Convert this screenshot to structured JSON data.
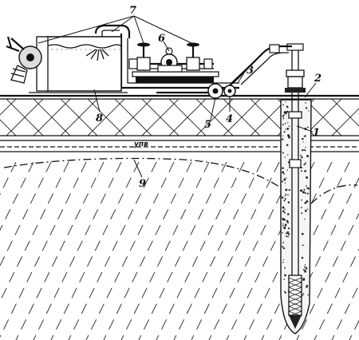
{
  "diagram": {
    "callouts": [
      {
        "id": "label-1",
        "text": "1"
      },
      {
        "id": "label-2",
        "text": "2"
      },
      {
        "id": "label-3",
        "text": "3"
      },
      {
        "id": "label-4",
        "text": "4"
      },
      {
        "id": "label-5",
        "text": "5"
      },
      {
        "id": "label-6",
        "text": "6"
      },
      {
        "id": "label-7",
        "text": "7"
      },
      {
        "id": "label-8",
        "text": "8"
      },
      {
        "id": "label-9",
        "text": "9"
      }
    ],
    "water_level_label": "упв"
  }
}
